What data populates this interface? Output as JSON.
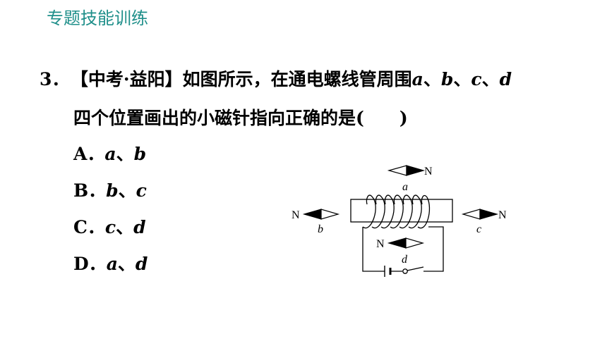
{
  "header": {
    "title": "专题技能训练"
  },
  "question": {
    "number": "3．",
    "source": "【中考·益阳】",
    "line1_text": "如图所示，在通电螺线管周围",
    "var_a": "a",
    "sep1": "、",
    "var_b": "b",
    "sep2": "、",
    "var_c": "c",
    "sep3": "、",
    "var_d": "d",
    "line2_text": "四个位置画出的小磁针指向正确的是(",
    "line2_close": ")"
  },
  "options": [
    {
      "letter": "A．",
      "v1": "a",
      "sep": "、",
      "v2": "b"
    },
    {
      "letter": "B．",
      "v1": "b",
      "sep": "、",
      "v2": "c"
    },
    {
      "letter": "C．",
      "v1": "c",
      "sep": "、",
      "v2": "d"
    },
    {
      "letter": "D．",
      "v1": "a",
      "sep": "、",
      "v2": "d"
    }
  ],
  "figure": {
    "needle_a_pole": "N",
    "needle_a_label": "a",
    "needle_b_pole": "N",
    "needle_b_label": "b",
    "needle_c_pole": "N",
    "needle_c_label": "c",
    "needle_d_pole": "N",
    "needle_d_label": "d"
  }
}
